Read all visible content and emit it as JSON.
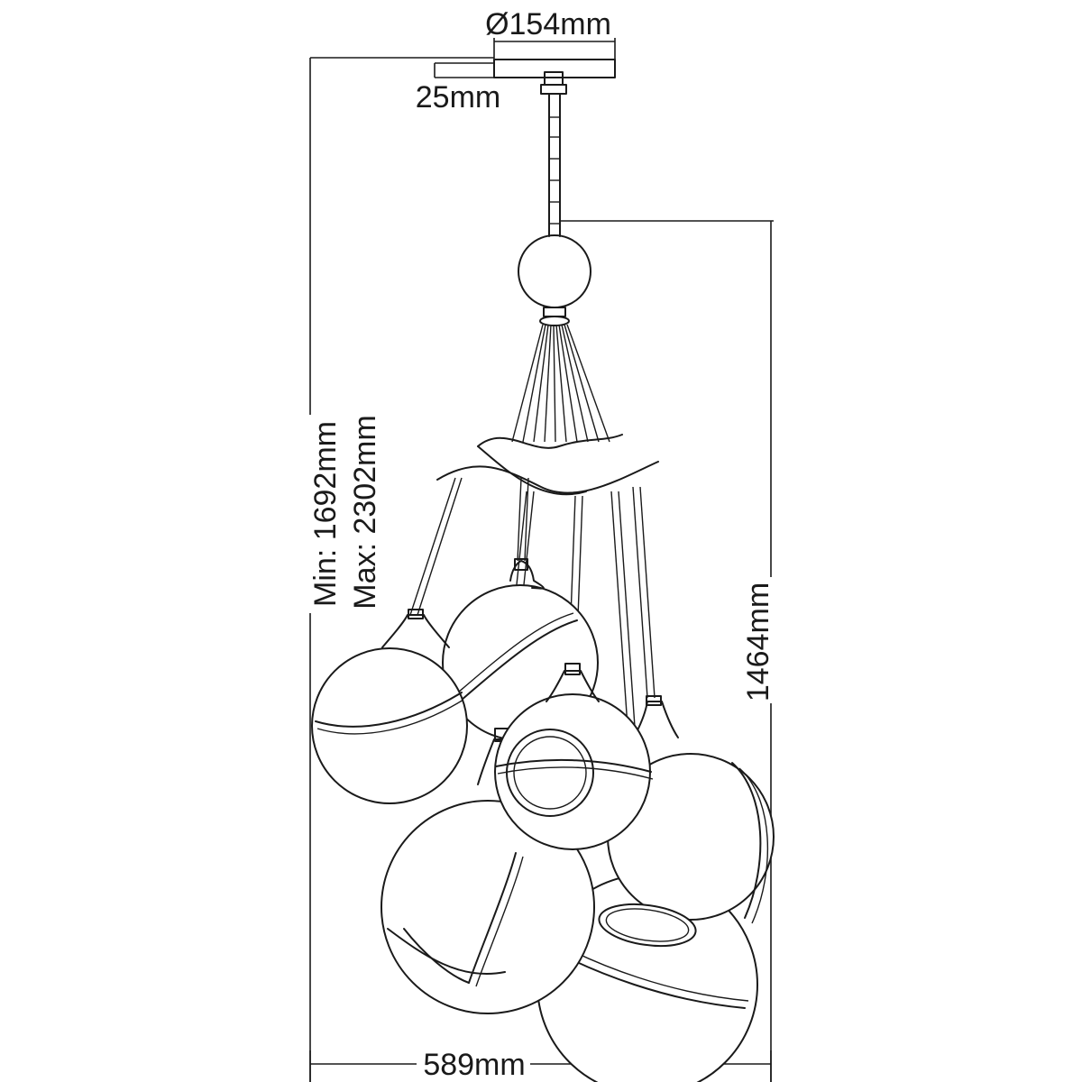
{
  "dimensions": {
    "canopy_diameter": "Ø154mm",
    "canopy_height": "25mm",
    "min_height": "Min: 1692mm",
    "max_height": "Max: 2302mm",
    "cluster_height": "1464mm",
    "width": "589mm"
  }
}
